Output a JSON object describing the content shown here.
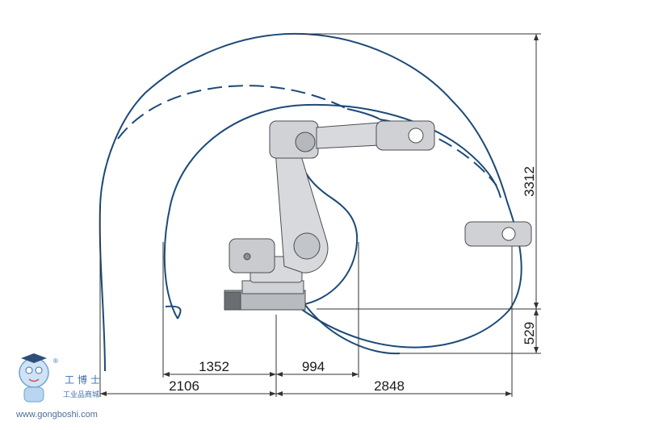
{
  "dimensions": {
    "total_height": "3312",
    "base_height": "529",
    "inner_reach_left": "1352",
    "inner_reach_right": "994",
    "outer_reach_left": "2106",
    "outer_reach_right": "2848"
  },
  "watermark": {
    "brand_cn": "工博士",
    "brand_sub": "工业品商城",
    "url": "www.gongboshi.com",
    "registered": "®"
  },
  "colors": {
    "envelope": "#1c4a78",
    "robot_body": "#d7d9dc",
    "robot_dark": "#4a4d52",
    "dim_line": "#333333"
  }
}
